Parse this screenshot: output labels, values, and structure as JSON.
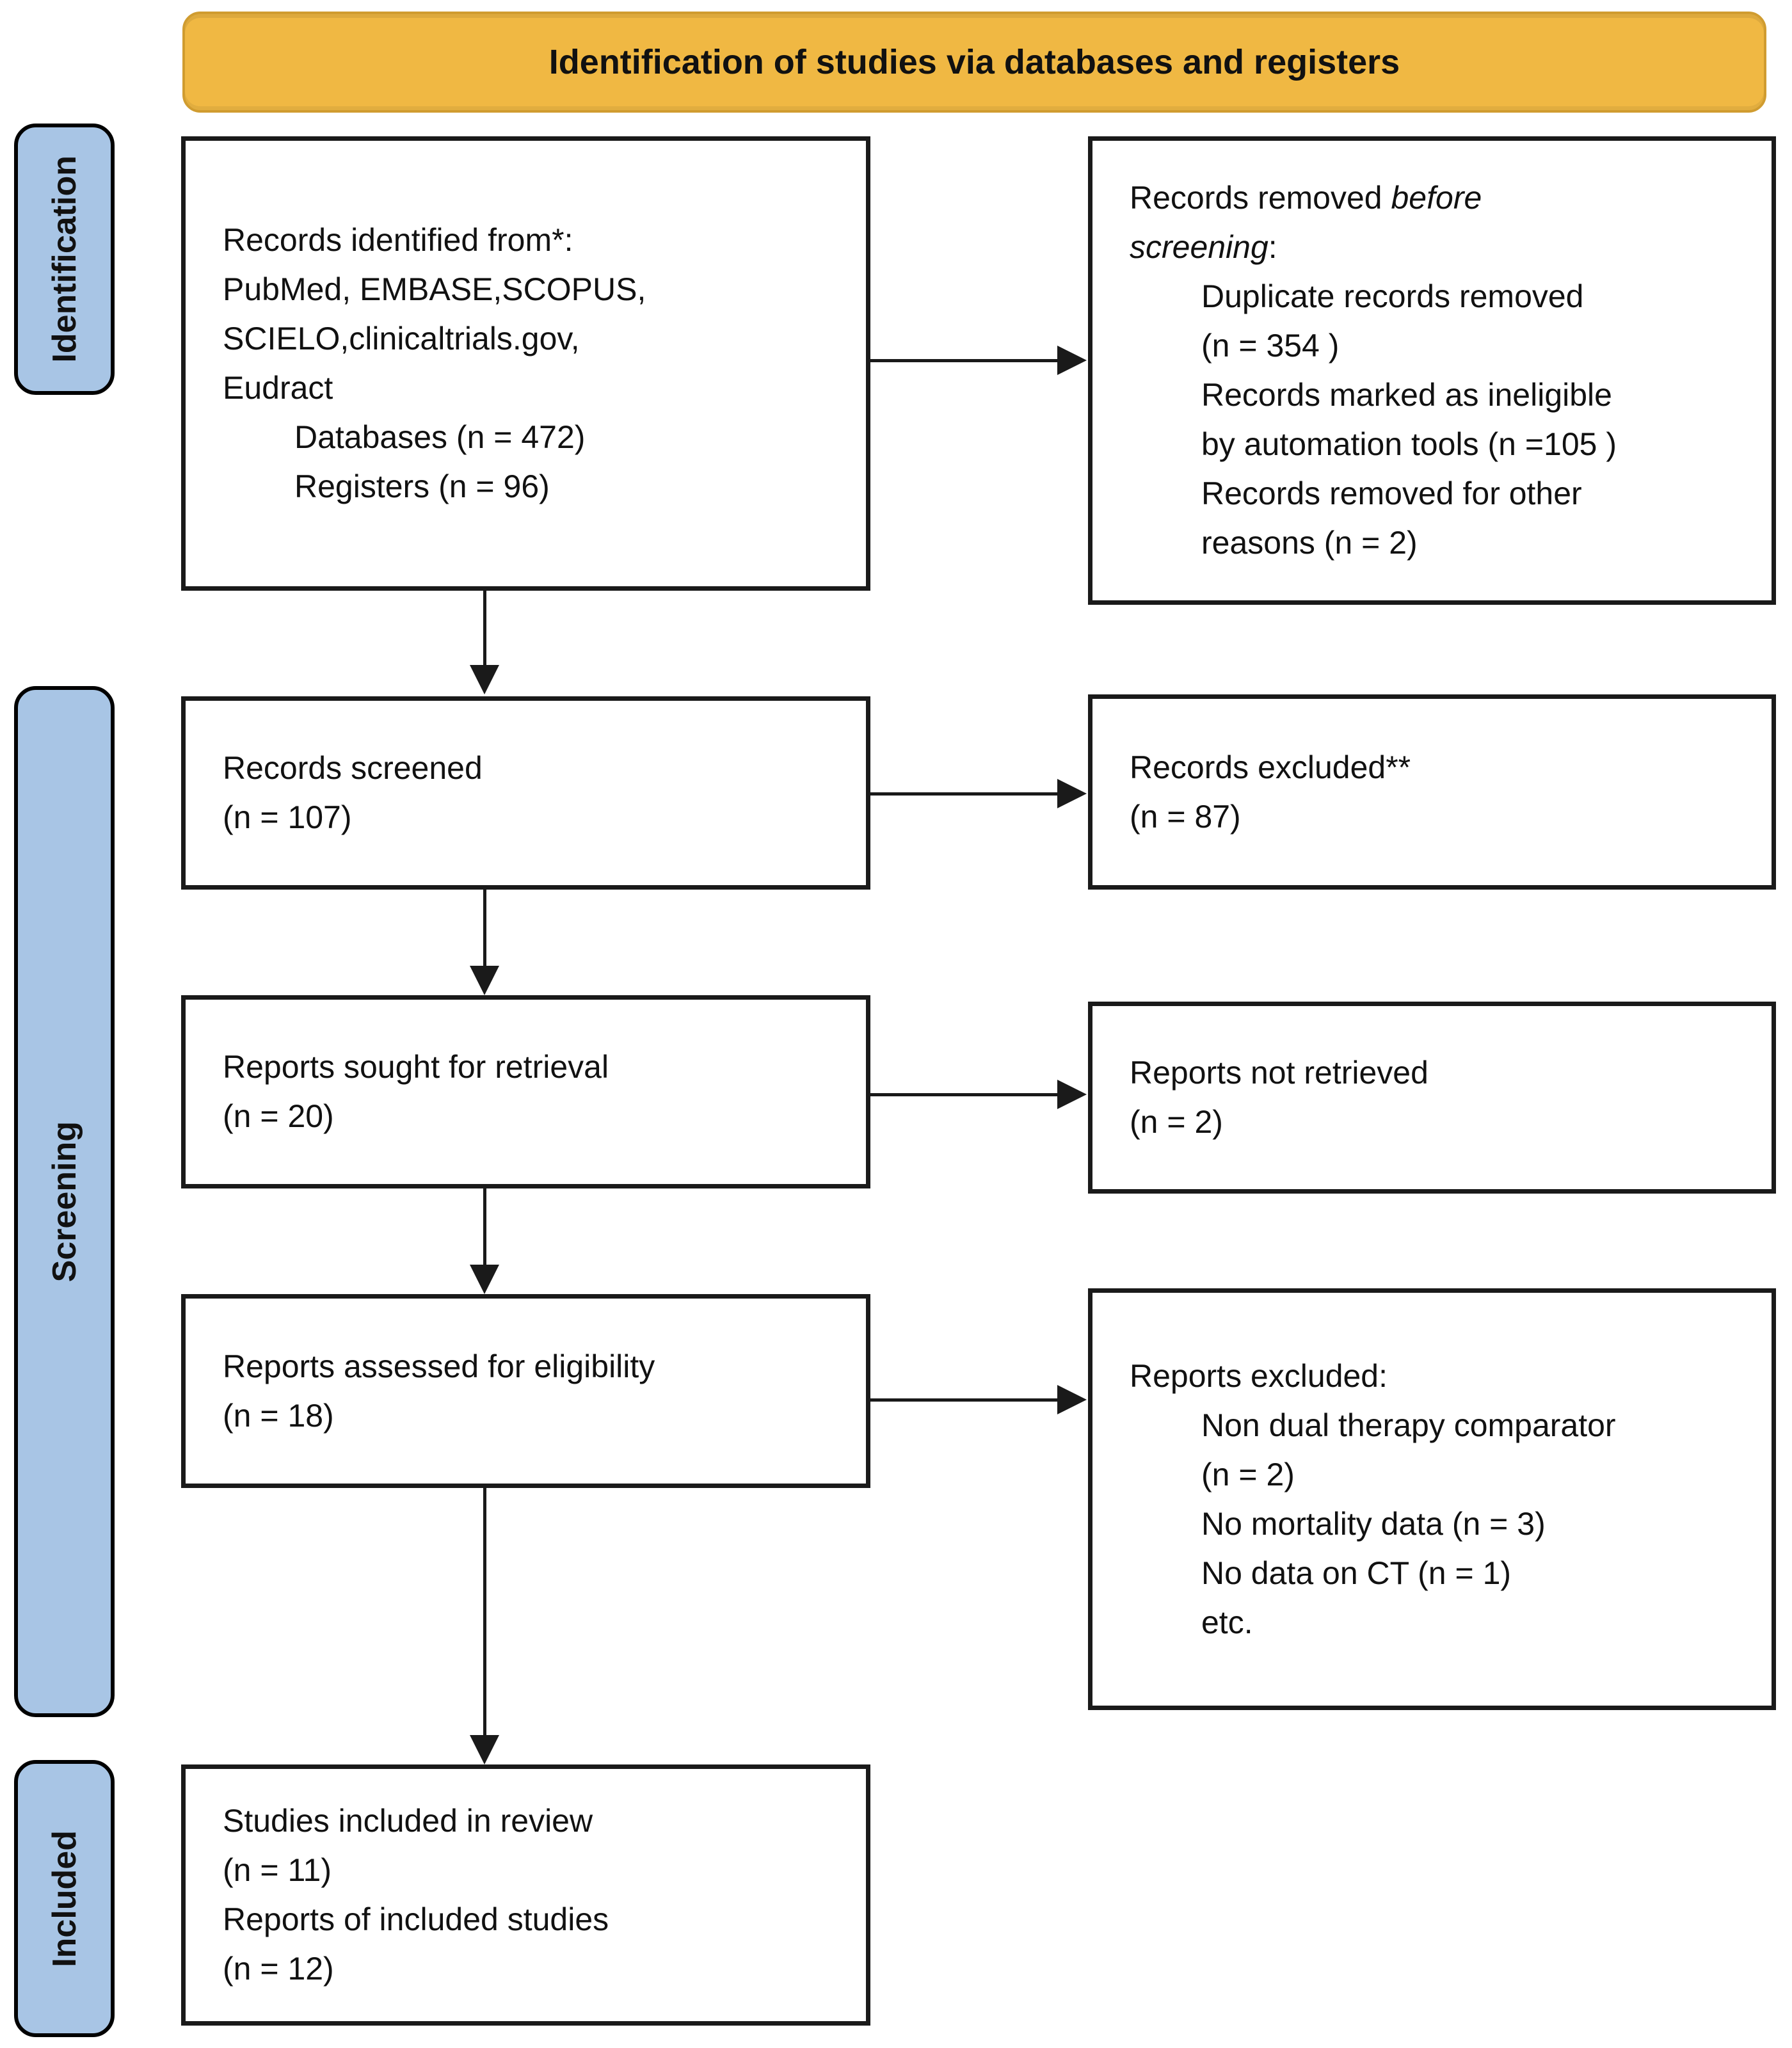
{
  "title": "Identification of studies via databases and registers",
  "colors": {
    "banner_fill": "#F0B843",
    "banner_border": "#D09C30",
    "stage_fill": "#A8C5E5",
    "stage_border": "#000000",
    "box_border": "#1A1A1A",
    "arrow": "#1A1A1A"
  },
  "stages": {
    "identification": "Identification",
    "screening": "Screening",
    "included": "Included"
  },
  "boxes": {
    "records_identified": {
      "lines": [
        "Records identified from*:",
        "PubMed, EMBASE,SCOPUS,",
        "SCIELO,clinicaltrials.gov,",
        "Eudract"
      ],
      "sub_lines": [
        "Databases (n = 472)",
        "Registers (n = 96)"
      ]
    },
    "records_removed": {
      "line1_normal": "Records removed ",
      "line1_italic": "before",
      "line2_italic": "screening",
      "line2_normal": ":",
      "sub_lines": [
        "Duplicate records removed",
        "(n = 354 )",
        "Records marked as ineligible",
        "by automation tools (n =105 )",
        "Records removed for other",
        "reasons (n = 2)"
      ]
    },
    "records_screened": {
      "lines": [
        "Records screened",
        "(n = 107)"
      ]
    },
    "records_excluded": {
      "lines": [
        "Records excluded**",
        "(n = 87)"
      ]
    },
    "reports_sought": {
      "lines": [
        "Reports sought for retrieval",
        "(n = 20)"
      ]
    },
    "reports_not_retrieved": {
      "lines": [
        "Reports not retrieved",
        "(n = 2)"
      ]
    },
    "reports_assessed": {
      "lines": [
        "Reports assessed for eligibility",
        "(n = 18)"
      ]
    },
    "reports_excluded": {
      "lines": [
        "Reports excluded:"
      ],
      "sub_lines": [
        "Non dual therapy comparator",
        "(n = 2)",
        "No mortality data (n = 3)",
        "No data on CT (n = 1)",
        "etc."
      ]
    },
    "studies_included": {
      "lines": [
        "Studies included in review",
        "(n = 11)",
        "Reports of included studies",
        "(n = 12)"
      ]
    }
  }
}
